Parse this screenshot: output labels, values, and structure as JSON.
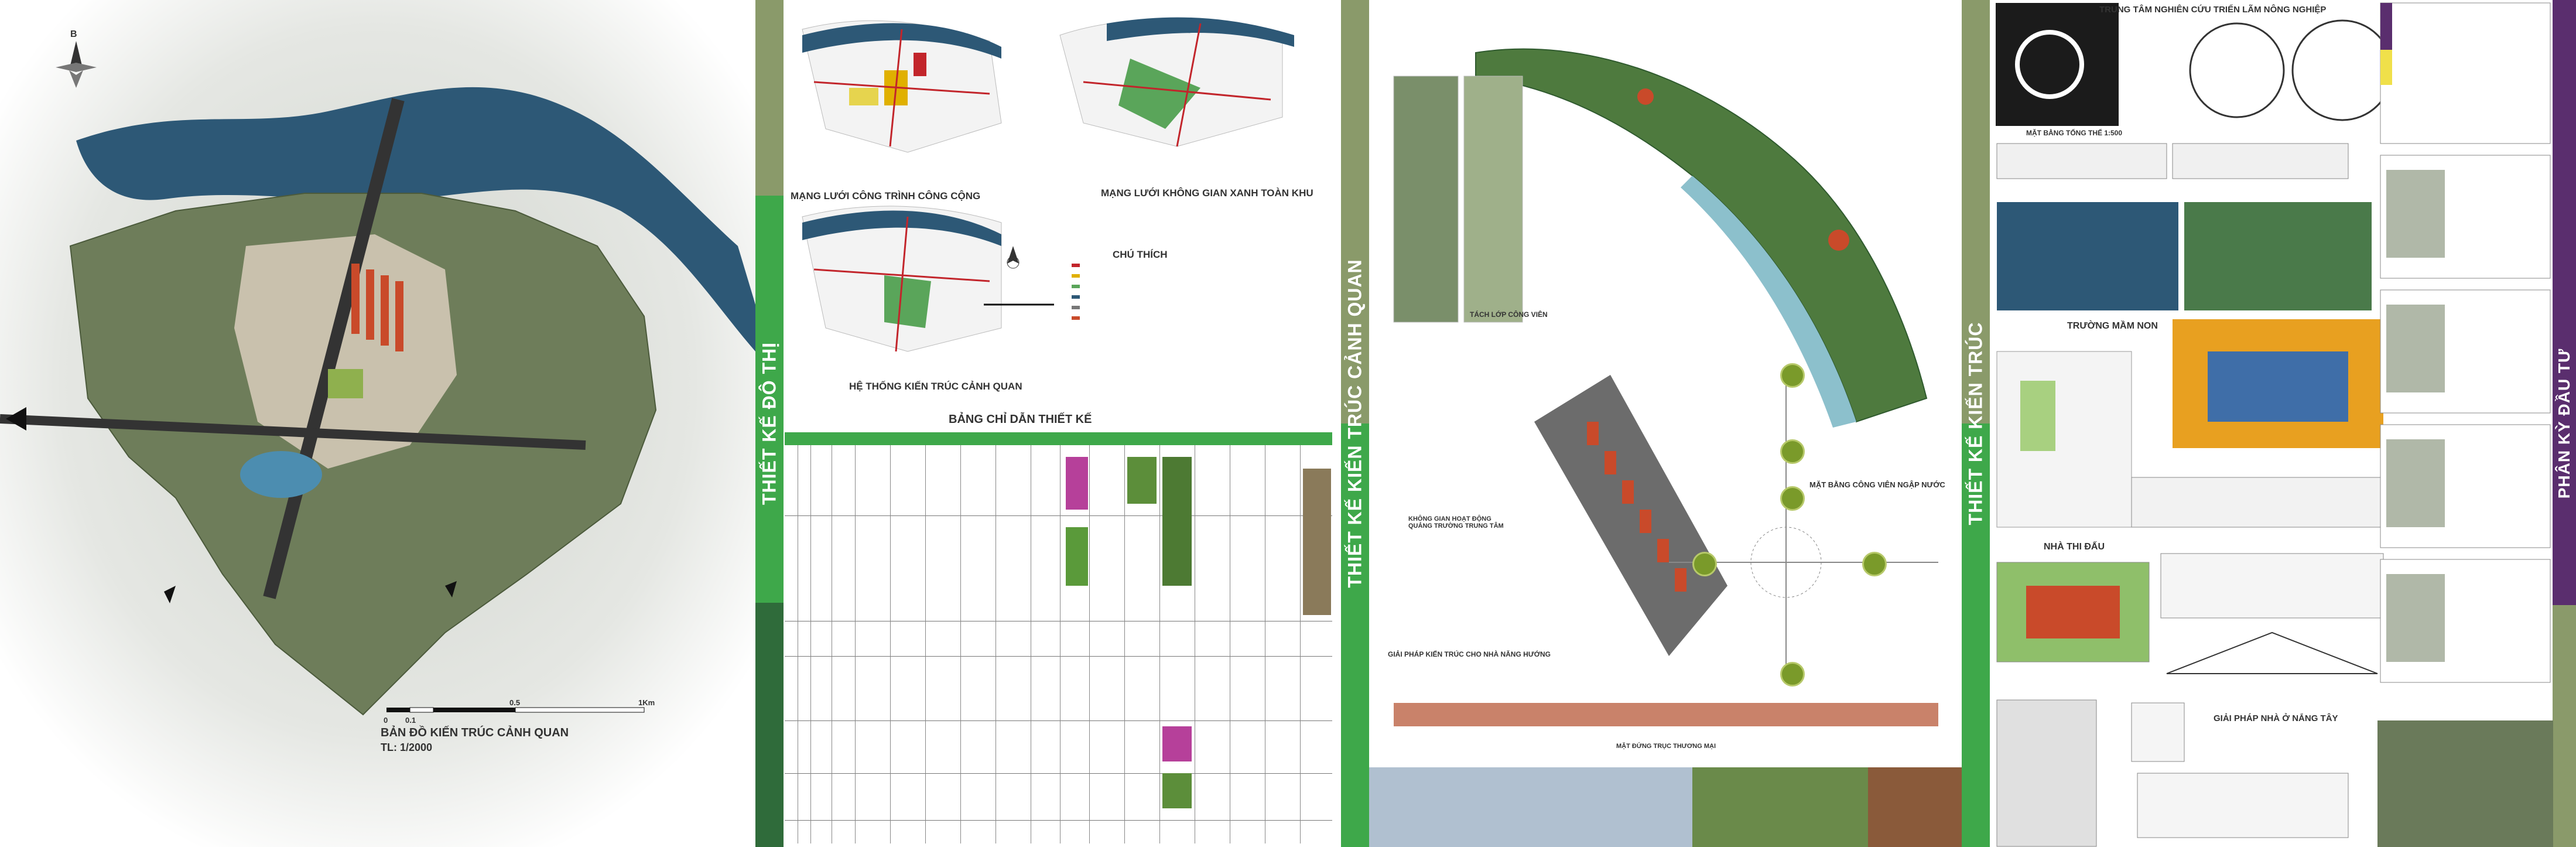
{
  "board1": {
    "north_letter": "B",
    "map_title": "BẢN ĐỒ KIẾN TRÚC CẢNH QUAN",
    "map_scale": "TL: 1/2000",
    "scale_labels": [
      "0",
      "0.1",
      "0.5",
      "1Km"
    ]
  },
  "board2": {
    "side_title": "THIẾT KẾ ĐÔ THỊ",
    "diagram_labels": [
      "MẠNG LƯỚI CÔNG TRÌNH CÔNG CỘNG",
      "MẠNG LƯỚI KHÔNG GIAN XANH TOÀN KHU",
      "HỆ THỐNG KIẾN TRÚC CẢNH QUAN"
    ],
    "legend_title": "CHÚ THÍCH",
    "table_title": "BẢNG CHỈ DẪN THIẾT KẾ"
  },
  "board3": {
    "side_title": "THIẾT KẾ KIẾN TRÚC CẢNH QUAN",
    "labels": {
      "layers": "TÁCH LỚP CÔNG VIÊN",
      "park_plan": "MẶT BẰNG CÔNG VIÊN NGẬP NƯỚC",
      "activity": "KHÔNG GIAN HOẠT ĐỘNG\nQUẢNG TRƯỜNG TRUNG TÂM",
      "solution": "GIẢI PHÁP KIẾN TRÚC CHO NHÀ NĂNG HƯỚNG",
      "street": "MẶT ĐỨNG TRỤC THƯƠNG MẠI"
    }
  },
  "board4": {
    "side_title": "THIẾT KẾ KIẾN TRÚC",
    "right_title": "PHÂN KỲ ĐẦU TƯ",
    "labels": {
      "research": "TRUNG TÂM NGHIÊN CỨU TRIỂN LÃM NÔNG NGHIỆP",
      "site_plan": "MẶT BẰNG TỔNG THỂ 1:500",
      "kindergarten": "TRƯỜNG MẦM NON",
      "gym": "NHÀ THI ĐẤU",
      "housing": "GIẢI PHÁP NHÀ Ở NẮNG TÂY"
    }
  },
  "colors": {
    "green_bar": "#3ea84a",
    "olive_bar": "#8a9a6a",
    "purple": "#5a2e6e",
    "river": "#2d5876"
  }
}
